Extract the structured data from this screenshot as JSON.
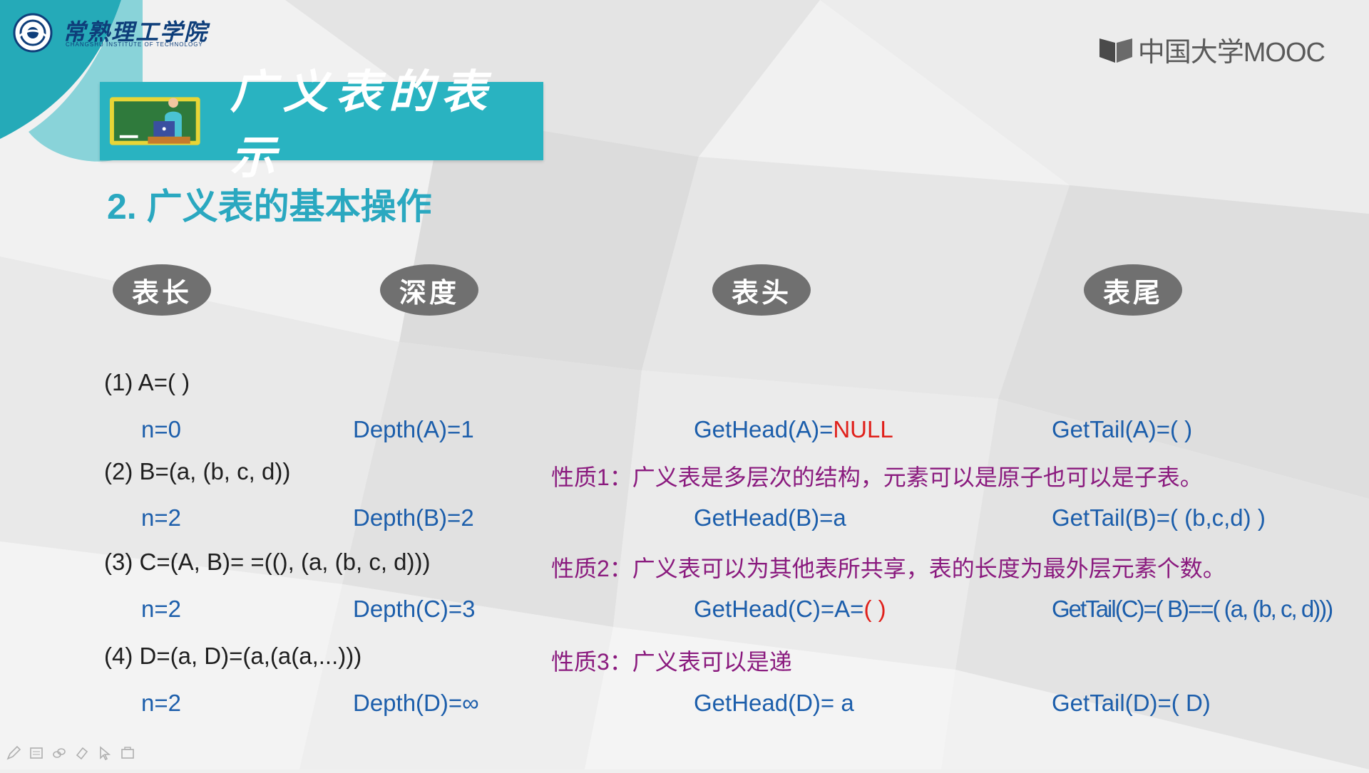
{
  "header": {
    "school_name": "常熟理工学院",
    "school_subtitle": "CHANGSHU INSTITUTE OF TECHNOLOGY",
    "platform": "中国大学MOOC"
  },
  "slide": {
    "title": "广义表的表示",
    "subtitle": "2. 广义表的基本操作",
    "categories": [
      "表长",
      "深度",
      "表头",
      "表尾"
    ],
    "examples": [
      {
        "definition": "(1) A=( )",
        "length": "n=0",
        "depth": "Depth(A)=1",
        "head_prefix": "GetHead(A)=",
        "head_highlight": "NULL",
        "tail": "GetTail(A)=(  )"
      },
      {
        "definition": "(2) B=(a, (b, c, d))",
        "length": "n=2",
        "depth": "Depth(B)=2",
        "head_prefix": "GetHead(B)=a",
        "head_highlight": "",
        "tail": "GetTail(B)=( (b,c,d) )"
      },
      {
        "definition": "(3) C=(A, B)= =((), (a, (b, c, d)))",
        "length": "n=2",
        "depth": "Depth(C)=3",
        "head_prefix": "GetHead(C)=A=",
        "head_highlight": "( )",
        "tail": "GetTail(C)=( B)==( (a, (b, c, d)))"
      },
      {
        "definition": "(4) D=(a, D)=(a,(a(a,...)))",
        "length": "n=2",
        "depth": "Depth(D)=∞",
        "head_prefix": "GetHead(D)= a",
        "head_highlight": "",
        "tail": "GetTail(D)=( D)"
      }
    ],
    "properties": [
      "性质1：广义表是多层次的结构，元素可以是原子也可以是子表。",
      "性质2：广义表可以为其他表所共享，表的长度为最外层元素个数。",
      "性质3：广义表可以是递"
    ]
  },
  "colors": {
    "accent": "#29b3c1",
    "subtitle": "#2aa8c0",
    "text_blue": "#1c5eab",
    "text_red": "#e0201b",
    "text_purple": "#8a1a7e",
    "oval": "#707070"
  },
  "toolbar": {
    "icons": [
      "pen-icon",
      "slides-icon",
      "link-icon",
      "eraser-icon",
      "pointer-icon",
      "camera-icon"
    ]
  }
}
